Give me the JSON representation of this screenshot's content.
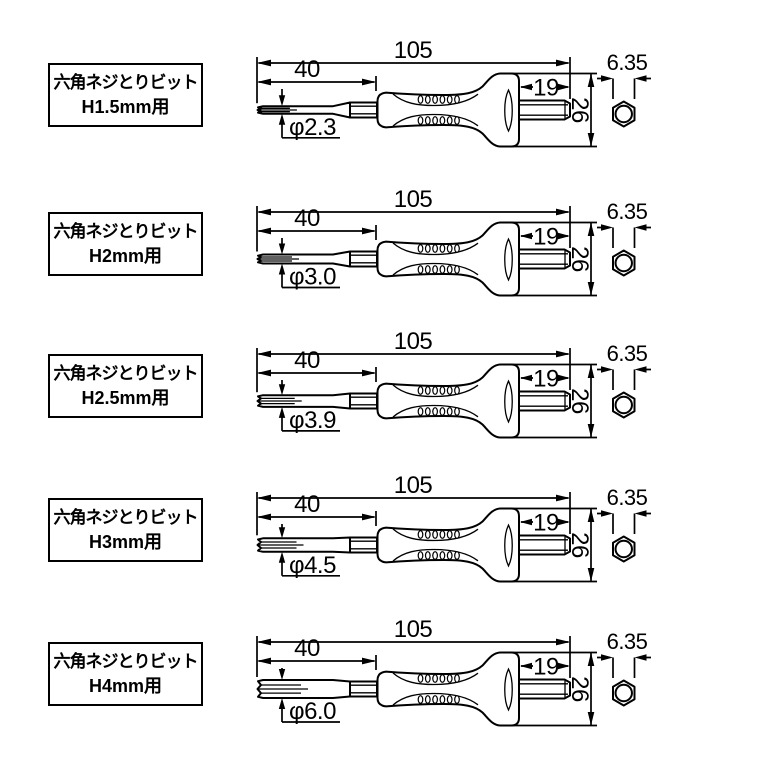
{
  "colors": {
    "line": "#000000",
    "background": "#ffffff"
  },
  "dims": {
    "total_length": "105",
    "tip_length": "40",
    "shank_length": "19",
    "flange_diameter": "26",
    "hex_size": "6.35"
  },
  "rows": [
    {
      "label_line1": "六角ネジとりビット",
      "label_line2": "H1.5mm用",
      "phi_label": "φ2.3",
      "phi_mm": 2.3
    },
    {
      "label_line1": "六角ネジとりビット",
      "label_line2": "H2mm用",
      "phi_label": "φ3.0",
      "phi_mm": 3.0
    },
    {
      "label_line1": "六角ネジとりビット",
      "label_line2": "H2.5mm用",
      "phi_label": "φ3.9",
      "phi_mm": 3.9
    },
    {
      "label_line1": "六角ネジとりビット",
      "label_line2": "H3mm用",
      "phi_label": "φ4.5",
      "phi_mm": 4.5
    },
    {
      "label_line1": "六角ネジとりビット",
      "label_line2": "H4mm用",
      "phi_label": "φ6.0",
      "phi_mm": 6.0
    }
  ]
}
